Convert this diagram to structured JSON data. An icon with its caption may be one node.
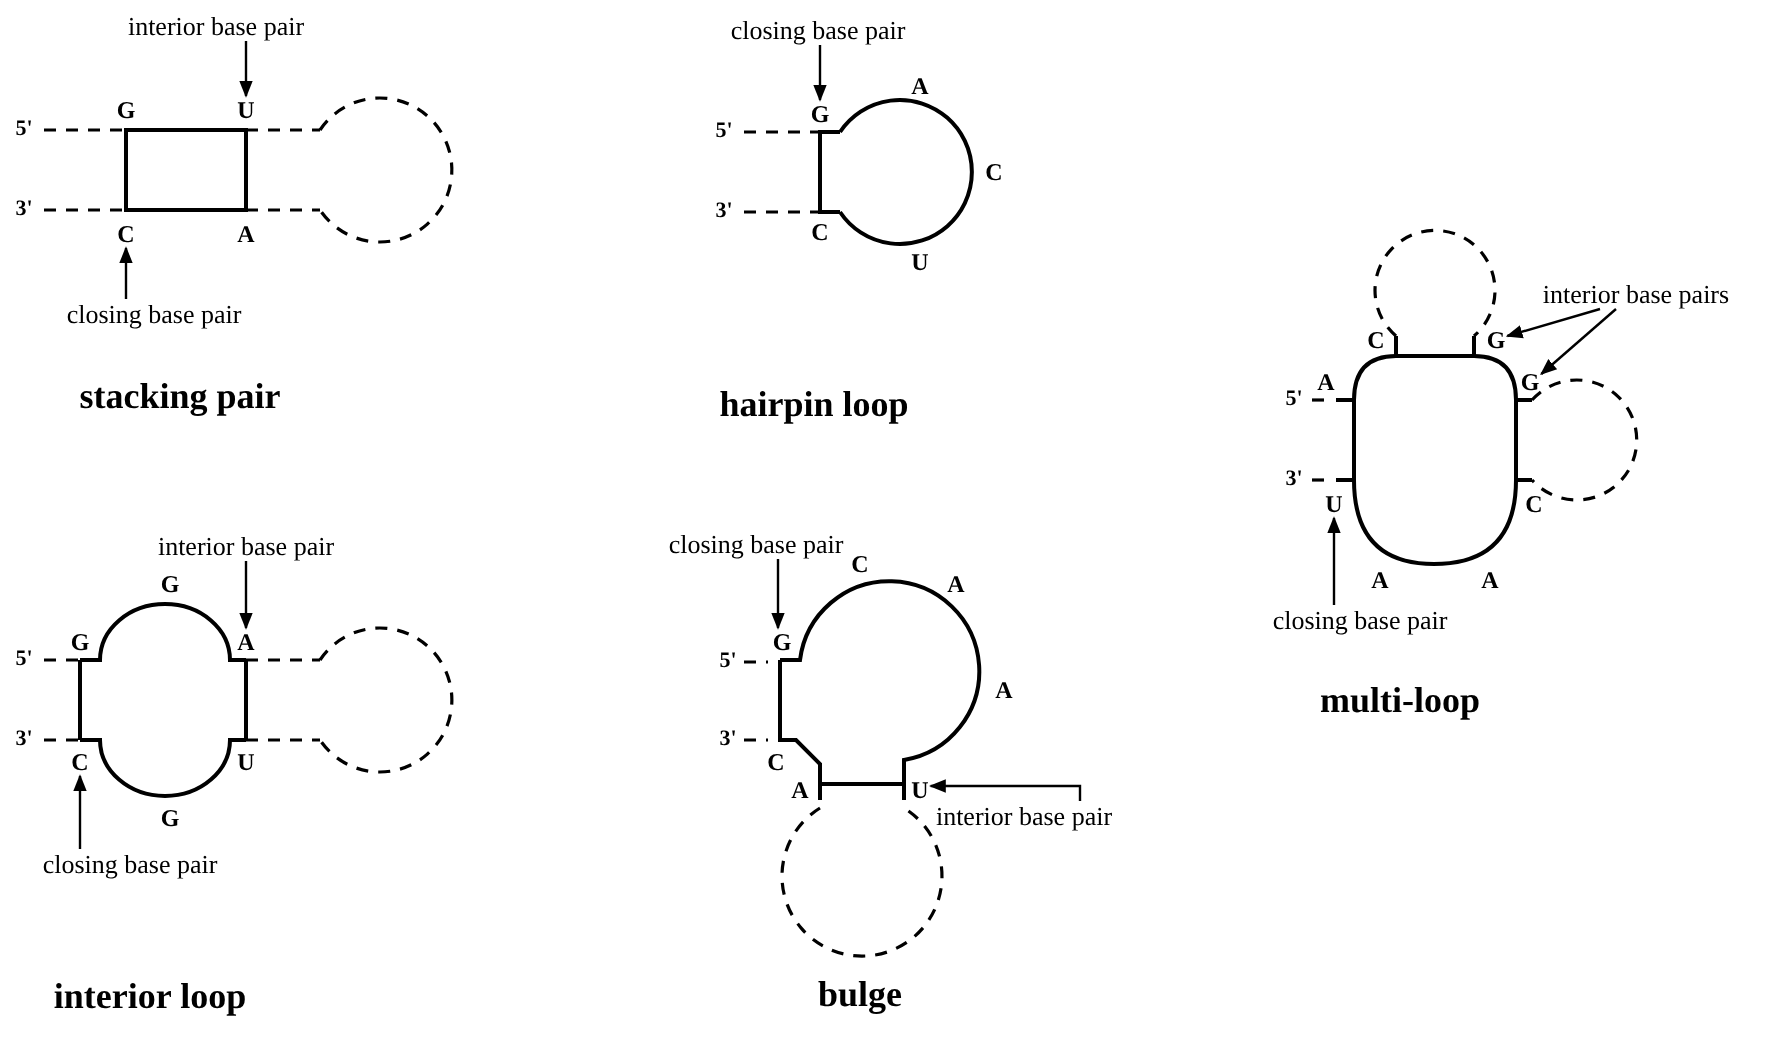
{
  "diagram": {
    "nodes": [
      {
        "text": [
          "interior base pair"
        ]
      },
      {
        "text": [
          "U"
        ]
      },
      {
        "text": [
          "C"
        ]
      },
      {
        "text": [
          "closing base pair"
        ]
      },
      {
        "text": [
          "closing base pair"
        ]
      },
      {
        "text": [
          "G"
        ]
      },
      {
        "text": [
          "interior base pairs"
        ]
      },
      {
        "text": [
          "G"
        ]
      },
      {
        "text": [
          "G"
        ]
      },
      {
        "text": [
          "U"
        ]
      },
      {
        "text": [
          "closing base pair"
        ]
      },
      {
        "text": [
          "interior base pair"
        ]
      },
      {
        "text": [
          "A"
        ]
      },
      {
        "text": [
          "C"
        ]
      },
      {
        "text": [
          "closing base pair"
        ]
      },
      {
        "text": [
          "closing base pair"
        ]
      },
      {
        "text": [
          "G"
        ]
      },
      {
        "text": [
          "U"
        ]
      },
      {
        "text": [
          "interior base pair"
        ]
      }
    ],
    "edges": [
      {
        "from": 0,
        "to": 1,
        "arrow": "to"
      },
      {
        "from": 3,
        "to": 2,
        "arrow": "to"
      },
      {
        "from": 4,
        "to": 5,
        "arrow": "to"
      },
      {
        "from": 6,
        "to": 7,
        "arrow": "to"
      },
      {
        "from": 6,
        "to": 8,
        "arrow": "to"
      },
      {
        "from": 10,
        "to": 9,
        "arrow": "to"
      },
      {
        "from": 11,
        "to": 12,
        "arrow": "to"
      },
      {
        "from": 14,
        "to": 13,
        "arrow": "to"
      },
      {
        "from": 15,
        "to": 16,
        "arrow": "to"
      },
      {
        "from": 18,
        "to": 17,
        "arrow": "to"
      }
    ],
    "labels": [
      "G",
      "5'",
      "3'",
      "A",
      "stacking pair",
      "A",
      "5'",
      "C",
      "3'",
      "C",
      "U",
      "hairpin loop",
      "C",
      "A",
      "5'",
      "3'",
      "C",
      "A",
      "A",
      "multi-loop",
      "G",
      "G",
      "5'",
      "3'",
      "U",
      "G",
      "interior loop",
      "C",
      "A",
      "5'",
      "A",
      "3'",
      "C",
      "A",
      "bulge"
    ]
  }
}
